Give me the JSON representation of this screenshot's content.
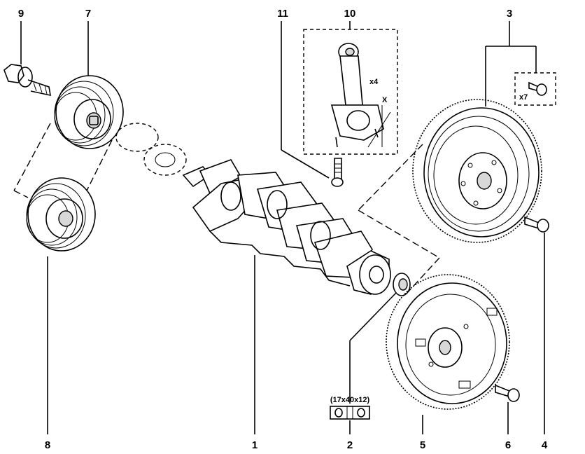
{
  "callouts": {
    "c1": "1",
    "c2": "2",
    "c3": "3",
    "c4": "4",
    "c5": "5",
    "c6": "6",
    "c7": "7",
    "c8": "8",
    "c9": "9",
    "c10": "10",
    "c11": "11"
  },
  "annotations": {
    "conrod_qty": "x4",
    "bolt_qty": "x7",
    "axis_label": "X",
    "seal_size": "(17x40x12)"
  },
  "colors": {
    "ink": "#000000",
    "background": "#ffffff",
    "shade": "#d8d8d8"
  }
}
